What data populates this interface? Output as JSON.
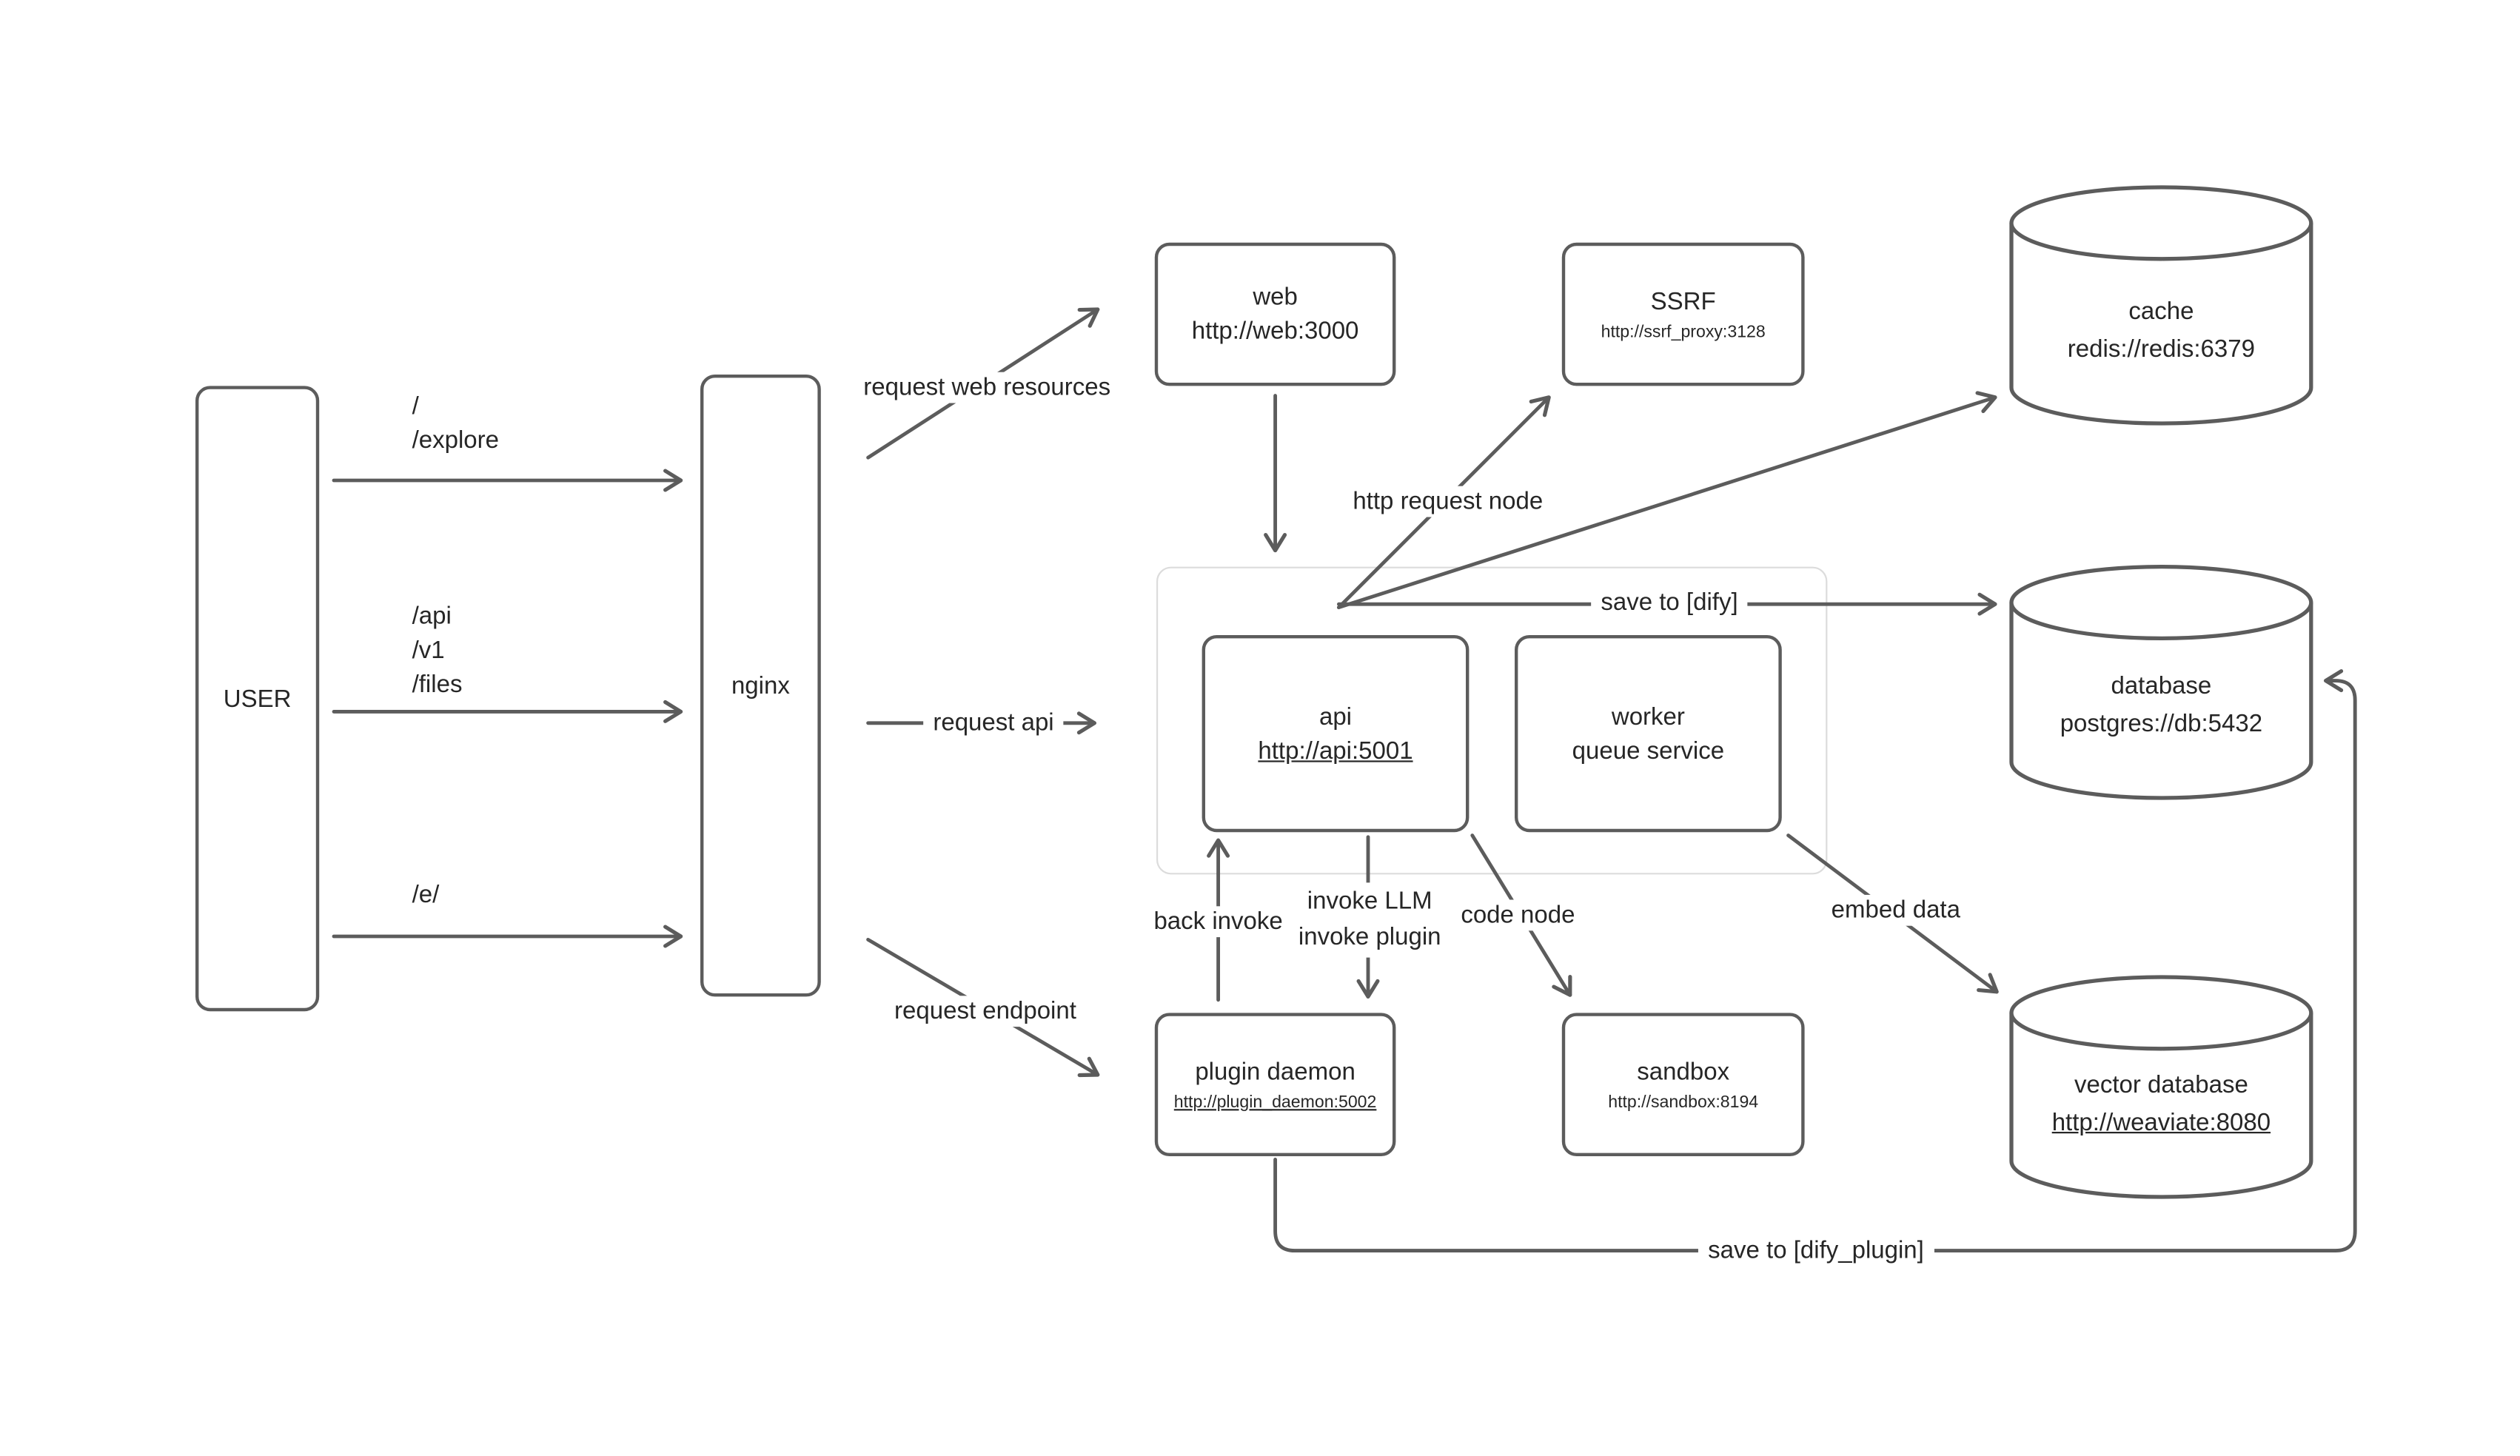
{
  "colors": {
    "background": "#ffffff",
    "stroke": "#5c5c5c",
    "text": "#262626",
    "group_border": "#dcdcdc"
  },
  "nodes": {
    "user": {
      "label": "USER"
    },
    "nginx": {
      "label": "nginx"
    },
    "web": {
      "title": "web",
      "subtitle": "http://web:3000"
    },
    "ssrf": {
      "title": "SSRF",
      "subtitle": "http://ssrf_proxy:3128"
    },
    "cache": {
      "title": "cache",
      "subtitle": "redis://redis:6379"
    },
    "api": {
      "title": "api",
      "subtitle": "http://api:5001"
    },
    "worker": {
      "title": "worker",
      "subtitle": "queue service"
    },
    "database": {
      "title": "database",
      "subtitle": "postgres://db:5432"
    },
    "plugin_daemon": {
      "title": "plugin daemon",
      "subtitle": "http://plugin_daemon:5002"
    },
    "sandbox": {
      "title": "sandbox",
      "subtitle": "http://sandbox:8194"
    },
    "vector_database": {
      "title": "vector database",
      "subtitle": "http://weaviate:8080"
    }
  },
  "routes": {
    "root": "/",
    "explore": "/explore",
    "api": "/api",
    "v1": "/v1",
    "files": "/files",
    "e": "/e/"
  },
  "edge_labels": {
    "request_web_resources": "request web resources",
    "request_api": "request api",
    "request_endpoint": "request endpoint",
    "http_request_node": "http request node",
    "save_to_dify": "save to [dify]",
    "back_invoke": "back invoke",
    "invoke_llm": "invoke LLM",
    "invoke_plugin": "invoke plugin",
    "code_node": "code node",
    "embed_data": "embed data",
    "save_to_dify_plugin": "save to [dify_plugin]"
  }
}
